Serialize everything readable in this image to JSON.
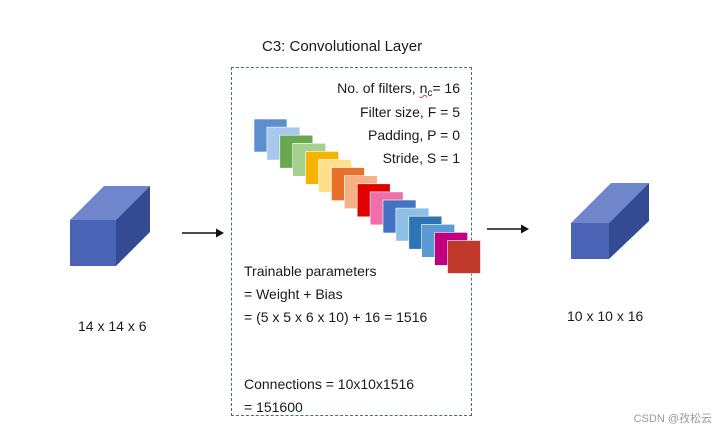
{
  "title": "C3: Convolutional Layer",
  "params": {
    "filters_prefix": "No. of filters, ",
    "filters_symbol": "n",
    "filters_sub": "c",
    "filters_value": "= 16",
    "filter_size": "Filter size, F = 5",
    "padding": "Padding, P = 0",
    "stride": "Stride, S = 1"
  },
  "trainable": {
    "line1": "Trainable parameters",
    "line2": "= Weight + Bias",
    "line3": "= (5 x 5 x 6 x 10) + 16 = 1516"
  },
  "connections": {
    "line1": "Connections = 10x10x1516",
    "line2": "= 151600"
  },
  "input_label": "14 x 14 x 6",
  "output_label": "10 x 10 x 16",
  "watermark": "CSDN @孜松云",
  "colors": {
    "cube_front": "#4a63b5",
    "cube_top": "#6f86cc",
    "cube_side": "#344a93",
    "box_border": "#4f6a78",
    "filters": [
      "#5b8fcf",
      "#a6c8ec",
      "#6aa84f",
      "#a8d08d",
      "#f4b400",
      "#ffe08a",
      "#e8702a",
      "#f4b183",
      "#e00000",
      "#f06eaa",
      "#4472c4",
      "#8fbfe8",
      "#2e75b6",
      "#5b9bd5",
      "#c00080",
      "#c0392b"
    ]
  }
}
